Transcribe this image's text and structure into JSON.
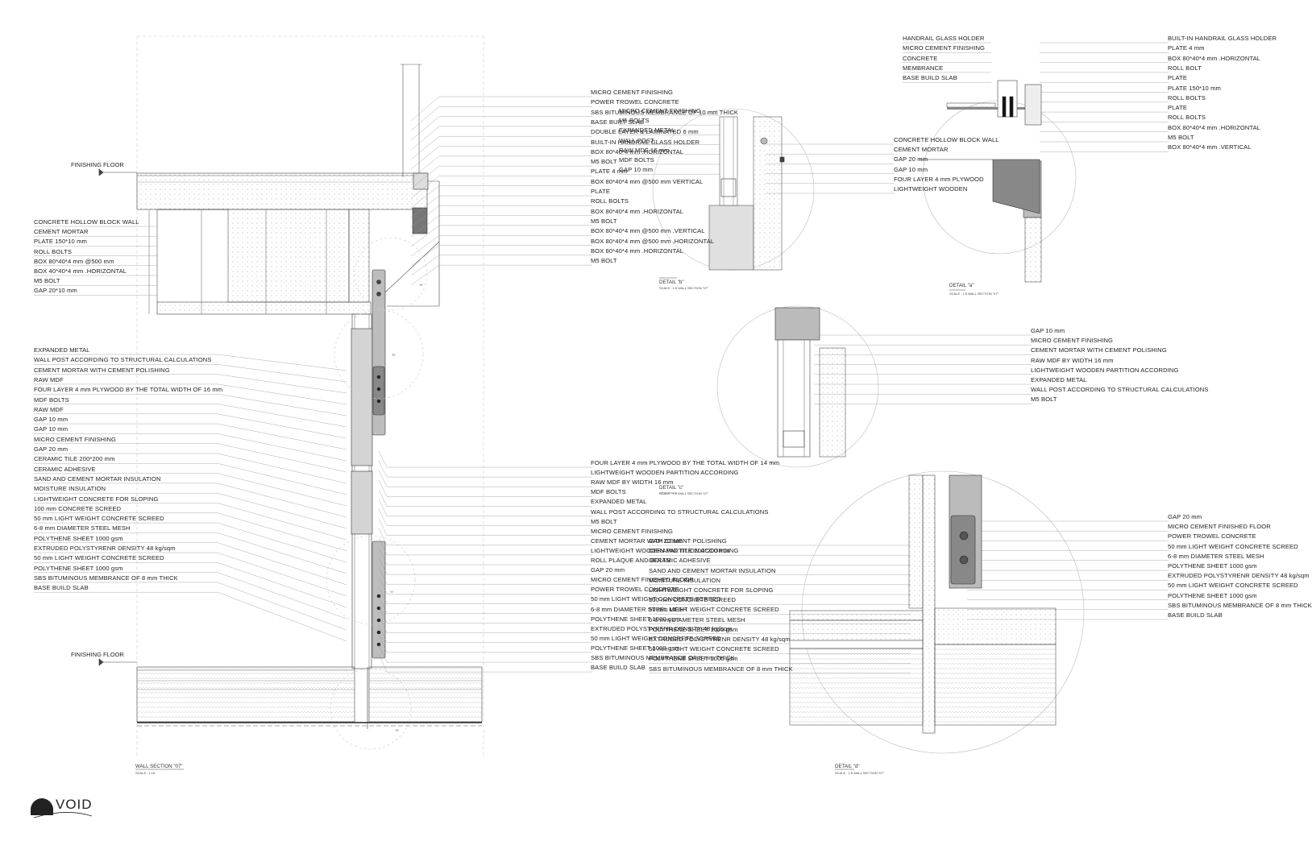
{
  "brand": {
    "name": "VOID"
  },
  "main_section": {
    "title": "WALL SECTION \"07\"",
    "scale": "SCALE : 1:15",
    "finishing_floor_top": "FINISHING FLOOR",
    "finishing_floor_bottom": "FINISHING FLOOR",
    "left_labels_top": [
      "CONCRETE HOLLOW BLOCK WALL",
      "CEMENT MORTAR",
      "PLATE 150*10 mm",
      "ROLL BOLTS",
      "BOX 80*40*4 mm @500 mm",
      "BOX 40*40*4 mm .HORIZONTAL",
      "M5 BOLT",
      "GAP 20*10 mm"
    ],
    "left_labels_middle": [
      "EXPANDED METAL",
      "WALL POST ACCORDING TO STRUCTURAL CALCULATIONS",
      "CEMENT MORTAR WITH CEMENT POLISHING",
      "RAW MDF",
      "FOUR LAYER 4 mm PLYWOOD BY THE TOTAL WIDTH OF 16 mm",
      "MDF BOLTS",
      "RAW MDF",
      "GAP 10 mm",
      "GAP 10 mm",
      "MICRO CEMENT FINISHING",
      "GAP 20 mm",
      "CERAMIC TILE 200*200 mm",
      "CERAMIC ADHESIVE",
      "SAND AND CEMENT MORTAR INSULATION",
      "MOISTURE INSULATION",
      "LIGHTWEIGHT CONCRETE FOR SLOPING",
      "100 mm CONCRETE SCREED",
      "50 mm LIGHT WEIGHT CONCRETE SCREED",
      "6-8 mm DIAMETER STEEL MESH",
      "POLYTHENE SHEET 1000 gsm",
      "EXTRUDED POLYSTYRENR DENSITY 48 kg/sqm",
      "50 mm LIGHT WEIGHT CONCRETE SCREED",
      "POLYTHENE SHEET 1000 gsm",
      "SBS BITUMINOUS MEMBRANCE OF 8 mm THICK",
      "BASE BUILD SLAB"
    ],
    "right_labels_top": [
      "MICRO CEMENT FINISHING",
      "POWER TROWEL CONCRETE",
      "SBS BITUMINOUS MEMBRANCE OF 10 mm THICK",
      "BASE BUILT SLAB",
      "DOUBLE LAYER & LAMINATED 6 mm",
      "BUILT-IN HANDRAIL GLASS HOLDER",
      "BOX 80*40*4 mm .HORIZONTAL",
      "M5 BOLT",
      "PLATE 4 mm",
      "BOX 80*40*4 mm @500 mm VERTICAL",
      "PLATE",
      "ROLL BOLTS",
      "BOX 80*40*4 mm .HORIZONTAL",
      "M5 BOLT",
      "BOX 80*40*4 mm @500 mm .VERTICAL",
      "BOX 80*40*4 mm @500 mm .HORIZONTAL",
      "BOX 80*40*4 mm .HORIZONTAL",
      "M5 BOLT"
    ],
    "right_labels_bottom": [
      "FOUR LAYER 4 mm PLYWOOD BY THE TOTAL WIDTH OF 14 mm",
      "LIGHTWEIGHT WOODEN PARTITION ACCORDING",
      "RAW MDF BY WIDTH 16 mm",
      "MDF BOLTS",
      "EXPANDED METAL",
      "WALL POST ACCORDING TO STRUCTURAL CALCULATIONS",
      "M5 BOLT",
      "MICRO CEMENT FINISHING",
      "CEMENT MORTAR WITH CEMENT POLISHING",
      "LIGHTWEIGHT WOODEN PARTITION ACCORDING",
      "ROLL PLAQUE AND BOLTS",
      "GAP 20 mm",
      "MICRO CEMENT FINISHED FLOOR",
      "POWER TROWEL CONCRETE",
      "50 mm LIGHT WEIGHT CONCRETE SCREED",
      "6-8 mm DIAMETER STEEL MESH",
      "POLYTHENE SHEET 1000 gsm",
      "EXTRUDED POLYSTYRENR DENSITY 48 kg/sqm",
      "50 mm LIGHT WEIGHT CONCRETE SCREED",
      "POLYTHENE SHEET 1000 gsm",
      "SBS BITUMINOUS MEMBRANCE OF 8 mm THICK",
      "BASE BUILD SLAB"
    ],
    "callouts": [
      "\"b\"",
      "\"c\"",
      "\"a\"",
      "\"d\""
    ]
  },
  "detail_b": {
    "title": "DETAIL \"b\"",
    "sub": "SCALE : 1:5          WALL SECTION \"07\"",
    "left_labels": [
      "MICRO CEMENT FINISHING",
      "M5 BOLTS",
      "EXPANDED METAL",
      "WALL POST",
      "RAW MDF 16 mm",
      "MDF BOLTS",
      "GAP 10 mm"
    ],
    "right_labels": [
      "CONCRETE HOLLOW BLOCK WALL",
      "CEMENT MORTAR",
      "GAP 20 mm",
      "GAP 10 mm",
      "FOUR LAYER 4 mm PLYWOOD",
      "LIGHTWEIGHT WOODEN"
    ]
  },
  "detail_a": {
    "title": "DETAIL \"a\"",
    "sub": "SCALE : 1:5          WALL SECTION \"07\"",
    "left_labels": [
      "HANDRAIL GLASS HOLDER",
      "MICRO CEMENT FINISHING",
      "CONCRETE",
      "MEMBRANCE",
      "BASE BUILD SLAB"
    ],
    "right_labels": [
      "BUILT-IN HANDRAIL GLASS HOLDER",
      "PLATE 4 mm",
      "BOX 80*40*4 mm .HORIZONTAL",
      "ROLL BOLT",
      "PLATE",
      "PLATE 150*10 mm",
      "ROLL BOLTS",
      "PLATE",
      "ROLL BOLTS",
      "BOX 80*40*4 mm .HORIZONTAL",
      "M5 BOLT",
      "BOX 80*40*4 mm .VERTICAL"
    ]
  },
  "detail_c": {
    "title": "DETAIL \"c\"",
    "sub": "SCALE : 1:5          WALL SECTION \"07\"",
    "right_labels": [
      "GAP 10 mm",
      "MICRO CEMENT FINISHING",
      "CEMENT MORTAR WITH CEMENT POLISHING",
      "RAW MDF BY WIDTH 16 mm",
      "LIGHTWEIGHT WOODEN PARTITION ACCORDING",
      "EXPANDED METAL",
      "WALL POST ACCORDING TO STRUCTURAL CALCULATIONS",
      "M5 BOLT"
    ]
  },
  "detail_d": {
    "title": "DETAIL \"d\"",
    "sub": "SCALE : 1:5          WALL SECTION \"07\"",
    "left_labels": [
      "GAP 20 mm",
      "CERAMIC TILE 200*200 mm",
      "CERAMIC ADHESIVE",
      "SAND AND CEMENT MORTAR INSULATION",
      "MOISTURE INSULATION",
      "LIGHTWEIGHT CONCRETE FOR SLOPING",
      "100 mm CONCRETE SCREED",
      "50 mm LIGHT WEIGHT CONCRETE SCREED",
      "6-8 mm DIAMETER STEEL MESH",
      "POLYTHENE SHEET 1000 gsm",
      "EXTRUDED POLYSTYRENR DENSITY 48 kg/sqm",
      "50 mm LIGHT WEIGHT CONCRETE SCREED",
      "POLYTHENE SHEET 1000 gsm",
      "SBS BITUMINOUS MEMBRANCE OF 8 mm THICK"
    ],
    "right_labels": [
      "GAP 20 mm",
      "MICRO CEMENT FINISHED FLOOR",
      "POWER TROWEL CONCRETE",
      "50 mm LIGHT WEIGHT CONCRETE SCREED",
      "6-8 mm DIAMETER STEEL MESH",
      "POLYTHENE SHEET 1000 gsm",
      "EXTRUDED POLYSTYRENR DENSITY 48 kg/sqm",
      "50 mm LIGHT WEIGHT CONCRETE SCREED",
      "POLYTHENE SHEET 1000 gsm",
      "SBS BITUMINOUS MEMBRANCE OF 8 mm THICK",
      "BASE BUILD SLAB"
    ]
  }
}
